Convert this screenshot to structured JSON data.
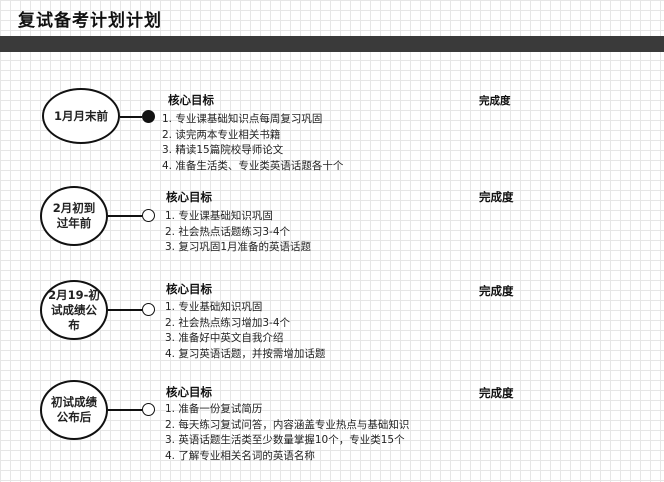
{
  "title": "复试备考计划计划",
  "columns": {
    "goal_heading": "核心目标",
    "completion_label": "完成度"
  },
  "stages": [
    {
      "label": "1月月末前",
      "marker": "filled-dot",
      "tasks": [
        "1. 专业课基础知识点每周复习巩固",
        "2. 读完两本专业相关书籍",
        "3. 精读15篇院校导师论文",
        "4. 准备生活类、专业类英语话题各十个"
      ]
    },
    {
      "label": "2月初到过年前",
      "marker": "hollow-dot",
      "tasks": [
        "1. 专业课基础知识巩固",
        "2. 社会热点话题练习3-4个",
        "3. 复习巩固1月准备的英语话题"
      ]
    },
    {
      "label": "2月19-初试成绩公布",
      "marker": "hollow-dot",
      "tasks": [
        "1. 专业基础知识巩固",
        "2. 社会热点练习增加3-4个",
        "3. 准备好中英文自我介绍",
        "4. 复习英语话题，并按需增加话题"
      ]
    },
    {
      "label": "初试成绩公布后",
      "marker": "hollow-dot",
      "tasks": [
        "1. 准备一份复试简历",
        "2. 每天练习复试问答，内容涵盖专业热点与基础知识",
        "3. 英语话题生活类至少数量掌握10个，专业类15个",
        "4. 了解专业相关名词的英语名称"
      ]
    }
  ]
}
